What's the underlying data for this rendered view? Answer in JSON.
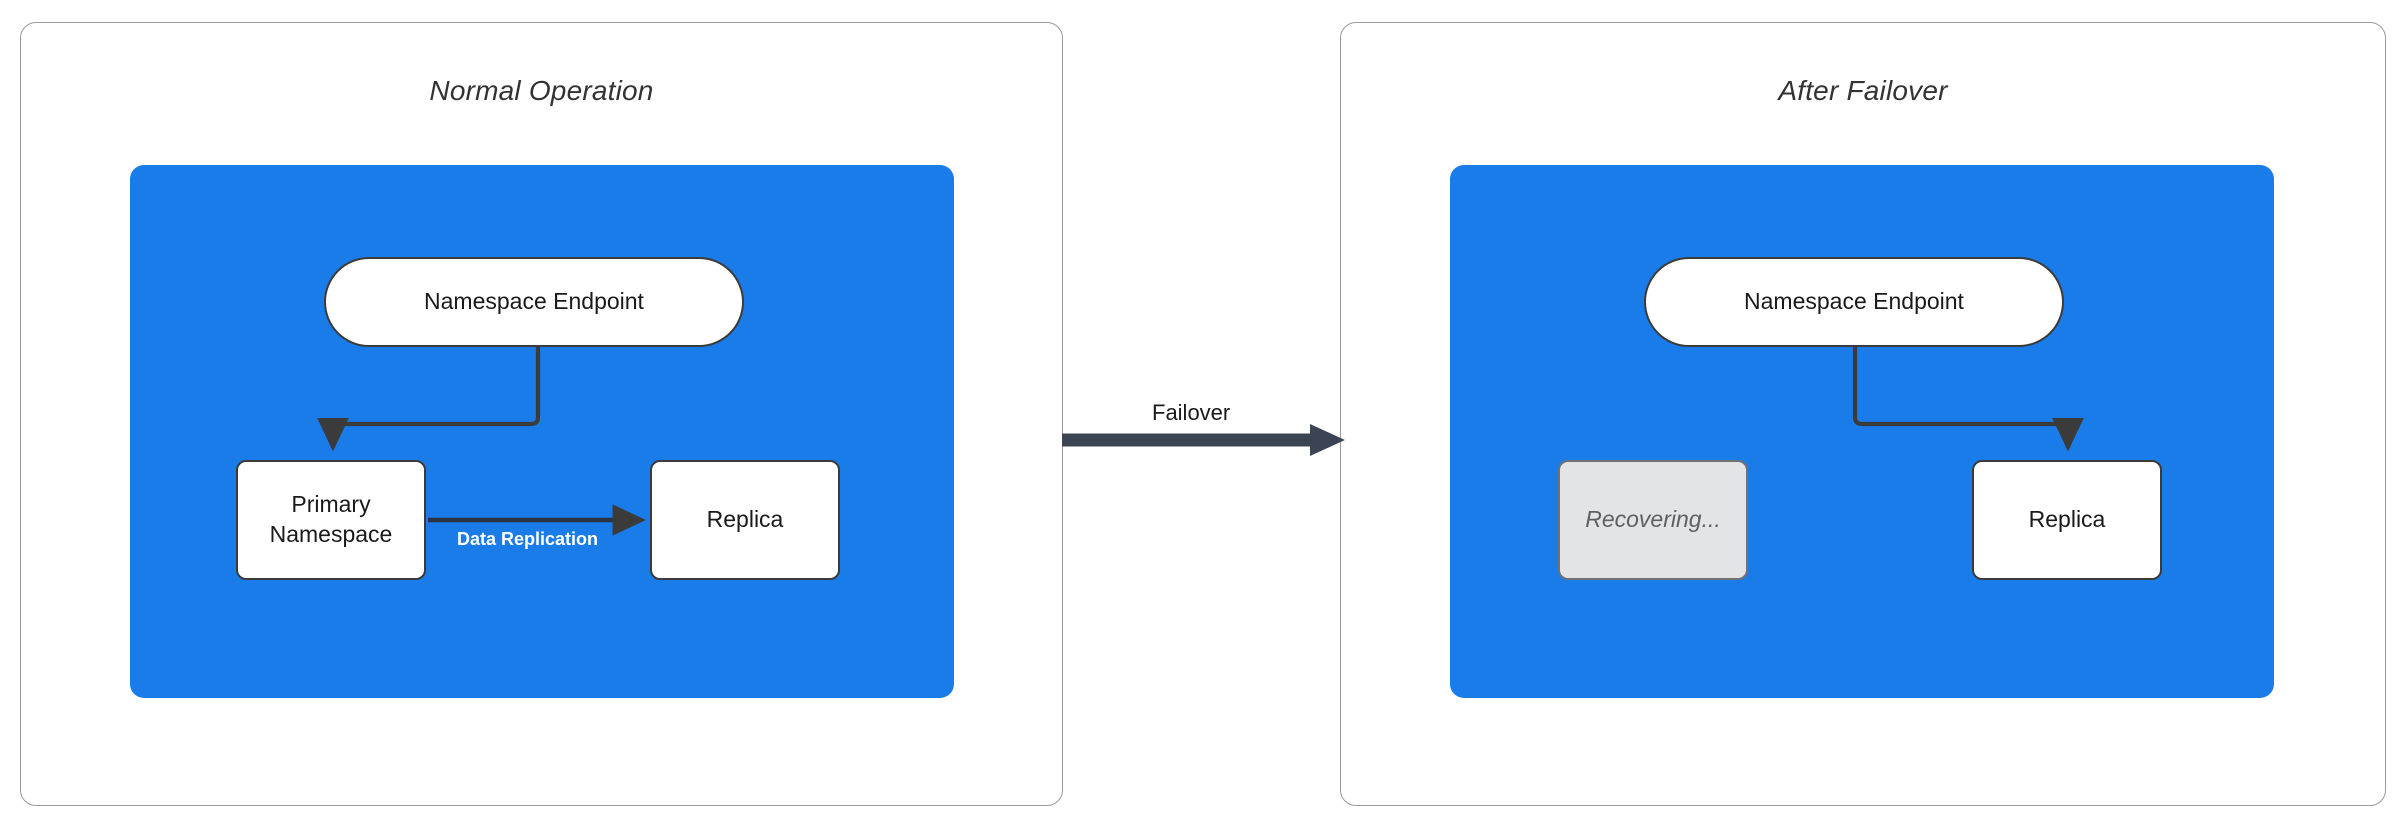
{
  "diagram": {
    "title_left": "Normal Operation",
    "title_right": "After Failover",
    "transition_label": "Failover",
    "colors": {
      "blue_region": "#1a7ce8",
      "node_stroke": "#3b3b3b",
      "connector": "#3b3b3b",
      "muted_node_fill": "#e2e4e5",
      "muted_node_text": "#5e6062",
      "panel_border": "#9a9a9a",
      "label_on_blue": "#ffffff"
    },
    "panels": [
      {
        "id": "normal-operation",
        "title": "Normal Operation",
        "nodes": [
          {
            "id": "endpoint-left",
            "label": "Namespace Endpoint",
            "shape": "pill",
            "state": "active"
          },
          {
            "id": "primary",
            "label": "Primary\nNamespace",
            "shape": "rect",
            "state": "active"
          },
          {
            "id": "replica-left",
            "label": "Replica",
            "shape": "rect",
            "state": "active"
          }
        ],
        "edges": [
          {
            "from": "endpoint-left",
            "to": "primary",
            "label": "",
            "style": "elbow-arrow"
          },
          {
            "from": "primary",
            "to": "replica-left",
            "label": "Data Replication",
            "style": "straight-arrow"
          }
        ]
      },
      {
        "id": "after-failover",
        "title": "After Failover",
        "nodes": [
          {
            "id": "endpoint-right",
            "label": "Namespace Endpoint",
            "shape": "pill",
            "state": "active"
          },
          {
            "id": "recovering",
            "label": "Recovering...",
            "shape": "rect",
            "state": "recovering"
          },
          {
            "id": "replica-right",
            "label": "Replica",
            "shape": "rect",
            "state": "active"
          }
        ],
        "edges": [
          {
            "from": "endpoint-right",
            "to": "replica-right",
            "label": "",
            "style": "elbow-arrow"
          }
        ]
      }
    ],
    "node_labels": {
      "namespace_endpoint": "Namespace Endpoint",
      "primary_line1": "Primary",
      "primary_line2": "Namespace",
      "replica": "Replica",
      "recovering": "Recovering..."
    },
    "edge_labels": {
      "data_replication": "Data Replication",
      "failover": "Failover"
    }
  }
}
